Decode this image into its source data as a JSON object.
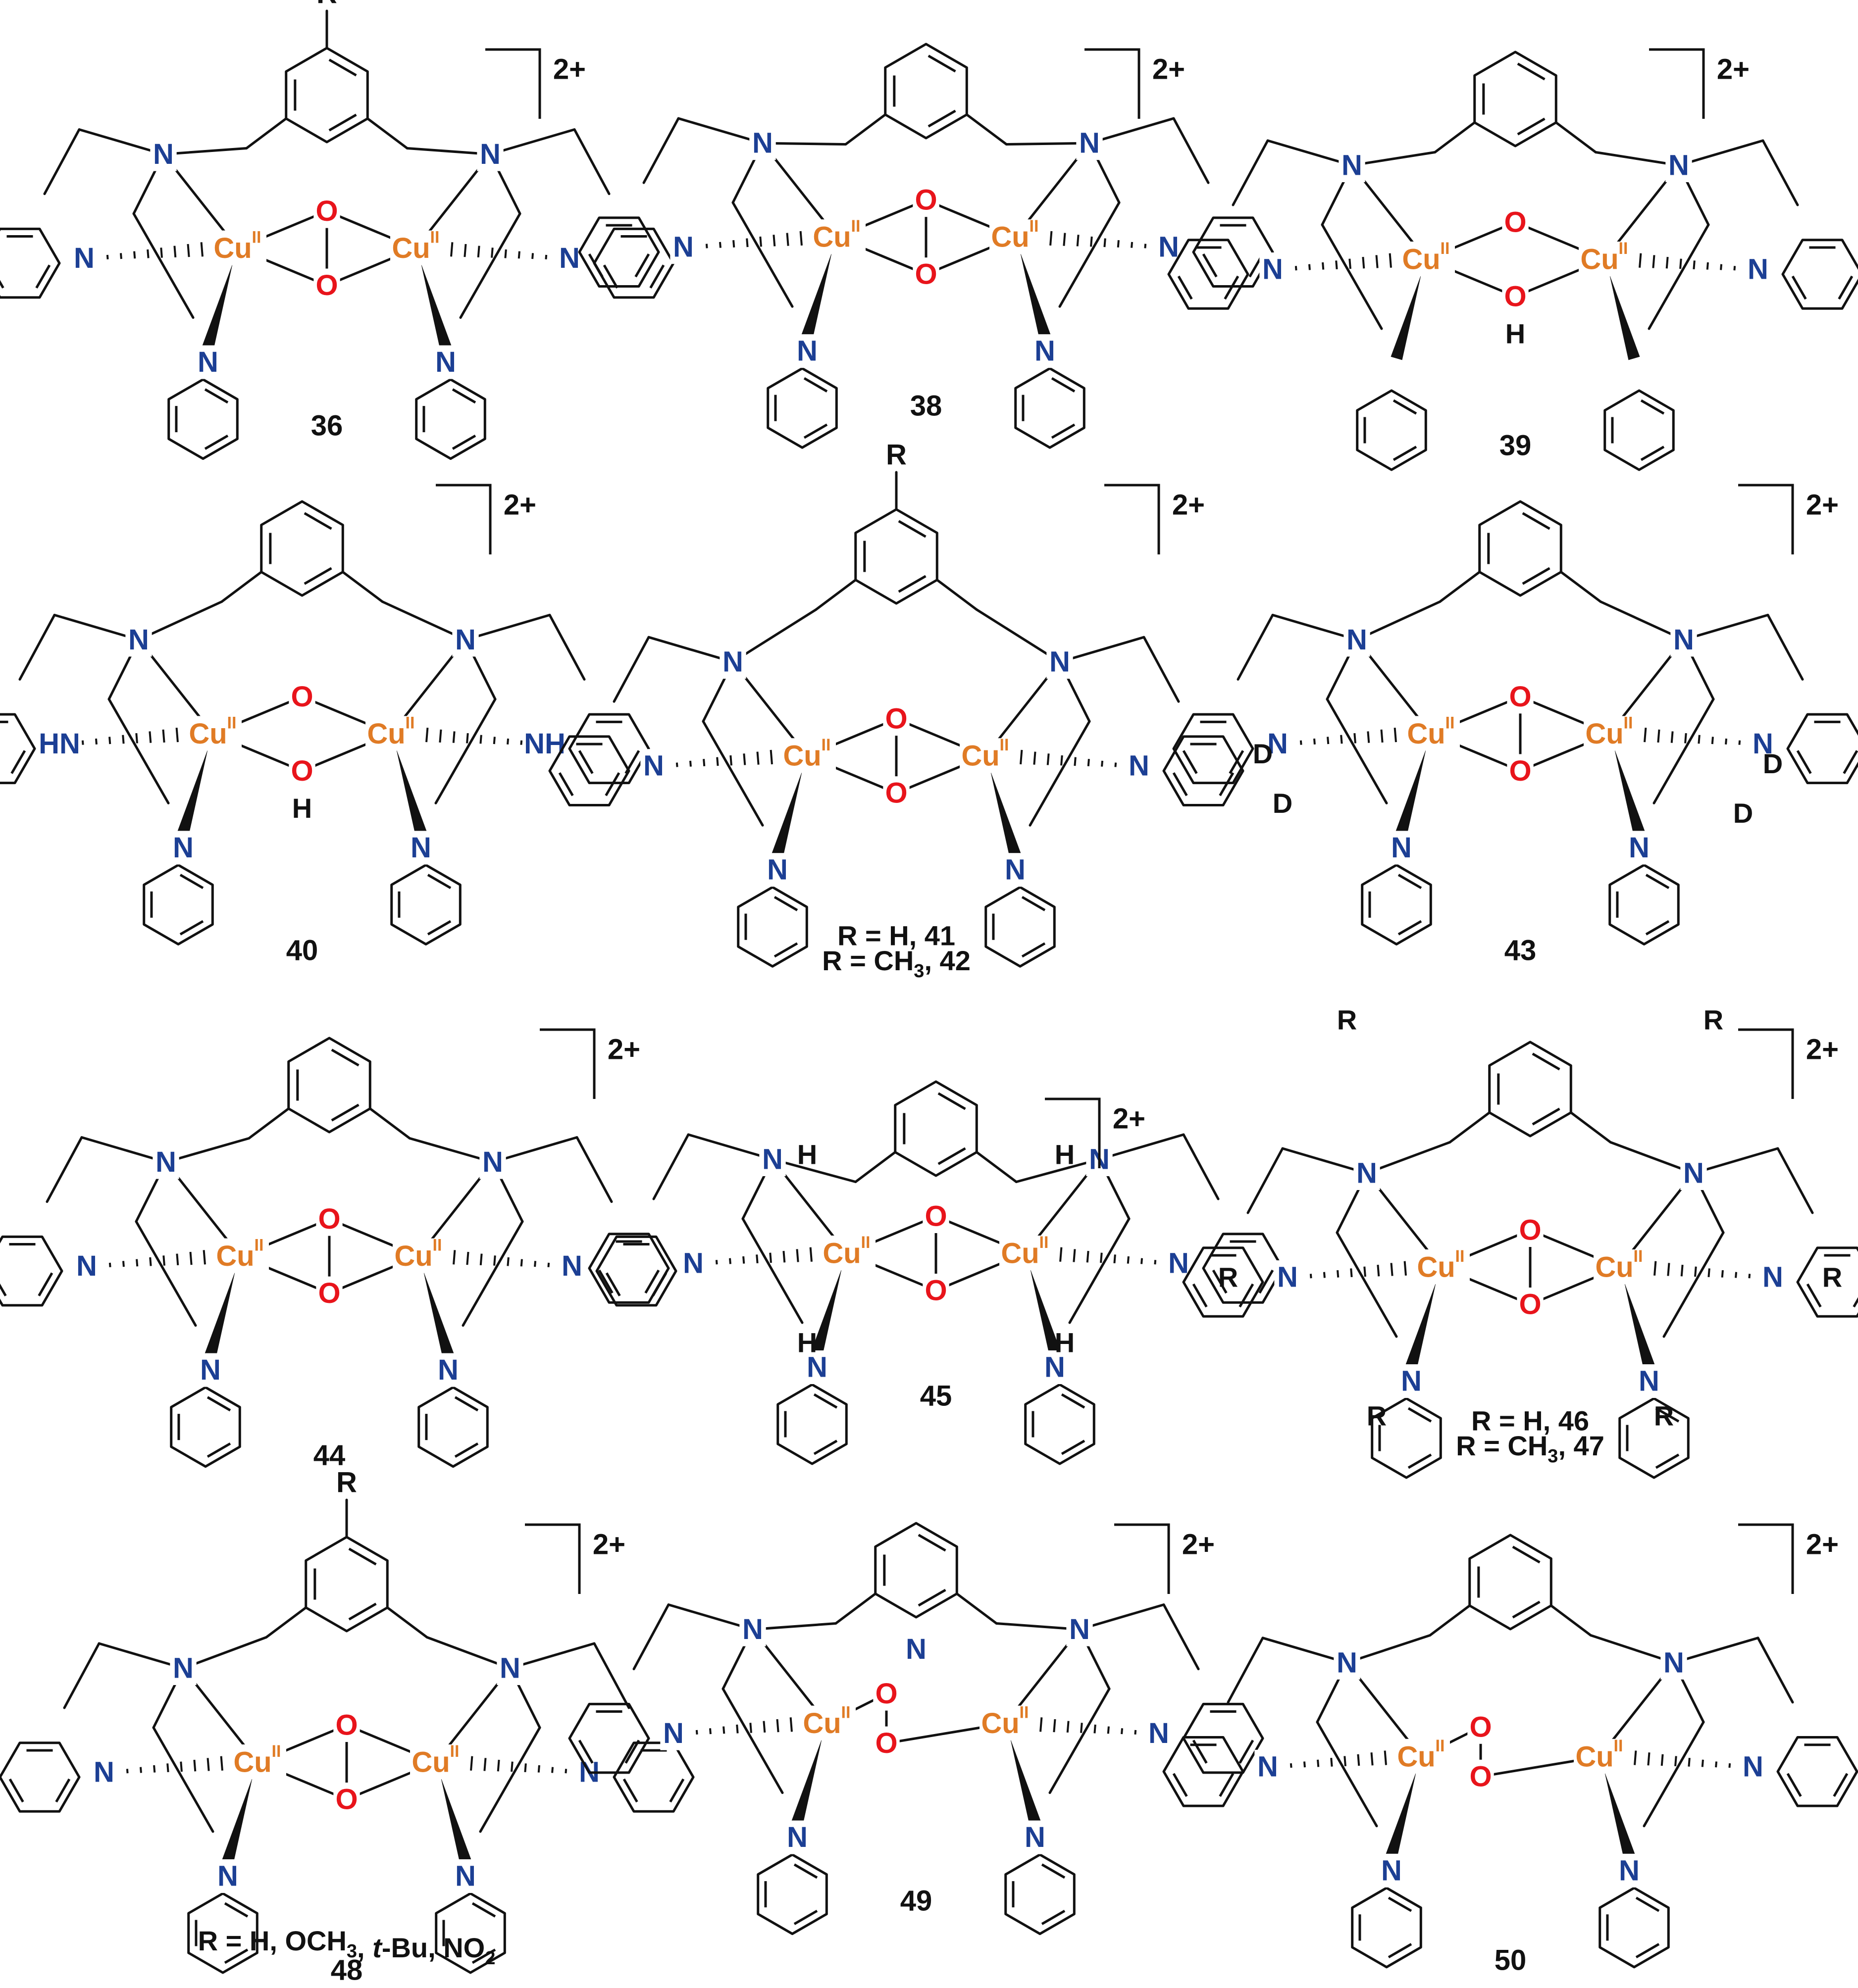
{
  "colors": {
    "bond": "#111111",
    "nitrogen": "#1c3f94",
    "oxygen": "#e8141b",
    "copper": "#e07b25",
    "text": "#111111"
  },
  "compounds": [
    {
      "id": "36",
      "label": "36",
      "charge": "2+",
      "r_top": "R",
      "bridge": "peroxo",
      "axial_left": "N",
      "axial_right": "N",
      "donor_left": [
        "N",
        "N"
      ],
      "donor_right": [
        "N",
        "N"
      ],
      "cu_left": "Cu",
      "cu_right": "Cu",
      "ox": "II",
      "o_top": "O",
      "o_bottom": "O",
      "caption": []
    },
    {
      "id": "38",
      "label": "38",
      "charge": "2+",
      "r_top": "",
      "bridge": "peroxo",
      "axial_left": "N",
      "axial_right": "N",
      "donor_left": [
        "N",
        "N"
      ],
      "donor_right": [
        "N",
        "N"
      ],
      "cu_left": "Cu",
      "cu_right": "Cu",
      "ox": "II",
      "o_top": "O",
      "o_bottom": "O",
      "caption": []
    },
    {
      "id": "39",
      "label": "39",
      "charge": "2+",
      "r_top": "",
      "bridge": "hydroxo",
      "axial_left": "N",
      "axial_right": "N",
      "donor_left": [
        "N"
      ],
      "donor_right": [
        "N"
      ],
      "cu_left": "Cu",
      "cu_right": "Cu",
      "ox": "II",
      "o_top": "O",
      "o_bottom": "O",
      "h_bottom": "H",
      "caption": []
    },
    {
      "id": "40",
      "label": "40",
      "charge": "2+",
      "r_top": "",
      "bridge": "hydroxo",
      "axial_left": "N",
      "axial_right": "N",
      "donor_left": [
        "HN",
        "N"
      ],
      "donor_right": [
        "NH",
        "N"
      ],
      "cu_left": "Cu",
      "cu_right": "Cu",
      "ox": "II",
      "o_top": "O",
      "o_bottom": "O",
      "h_bottom": "H",
      "caption": []
    },
    {
      "id": "41",
      "label": "",
      "charge": "2+",
      "r_top": "R",
      "bridge": "peroxo",
      "axial_left": "N",
      "axial_right": "N",
      "donor_left": [
        "N",
        "N"
      ],
      "donor_right": [
        "N",
        "N"
      ],
      "cu_left": "Cu",
      "cu_right": "Cu",
      "ox": "II",
      "o_top": "O",
      "o_bottom": "O",
      "caption": [
        "R = H, 41",
        "R = CH",
        "3",
        ", 42"
      ]
    },
    {
      "id": "43",
      "label": "43",
      "charge": "2+",
      "r_top": "",
      "bridge": "peroxo",
      "axial_left": "N",
      "axial_right": "N",
      "donor_left": [
        "N",
        "N"
      ],
      "donor_right": [
        "N",
        "N"
      ],
      "cu_left": "Cu",
      "cu_right": "Cu",
      "ox": "II",
      "o_top": "O",
      "o_bottom": "O",
      "deuterium": [
        "D",
        "D",
        "D",
        "D"
      ],
      "caption": []
    },
    {
      "id": "44",
      "label": "44",
      "charge": "2+",
      "r_top": "",
      "bridge": "peroxo",
      "axial_left": "N",
      "axial_right": "N",
      "donor_left": [
        "N",
        "N"
      ],
      "donor_right": [
        "N",
        "N"
      ],
      "cu_left": "Cu",
      "cu_right": "Cu",
      "ox": "II",
      "o_top": "O",
      "o_bottom": "O",
      "caption": []
    },
    {
      "id": "45",
      "label": "45",
      "charge": "2+",
      "r_top": "",
      "bridge": "peroxo",
      "axial_left": "N",
      "axial_right": "N",
      "donor_left": [
        "N",
        "N"
      ],
      "donor_right": [
        "N",
        "N"
      ],
      "cu_left": "Cu",
      "cu_right": "Cu",
      "ox": "II",
      "o_top": "O",
      "o_bottom": "O",
      "nh_h": [
        "H",
        "H",
        "H",
        "H"
      ],
      "caption": []
    },
    {
      "id": "46",
      "label": "",
      "charge": "2+",
      "r_top": "",
      "bridge": "peroxo",
      "axial_left": "N",
      "axial_right": "N",
      "donor_left": [
        "N",
        "N"
      ],
      "donor_right": [
        "N",
        "N"
      ],
      "cu_left": "Cu",
      "cu_right": "Cu",
      "ox": "II",
      "o_top": "O",
      "o_bottom": "O",
      "r_groups": [
        "R",
        "R",
        "R",
        "R",
        "R",
        "R"
      ],
      "caption": [
        "R = H, 46",
        "R = CH",
        "3",
        ", 47"
      ]
    },
    {
      "id": "48",
      "label": "48",
      "charge": "2+",
      "r_top": "R",
      "bridge": "peroxo",
      "axial_left": "N",
      "axial_right": "N",
      "donor_left": [
        "N",
        "N"
      ],
      "donor_right": [
        "N",
        "N"
      ],
      "cu_left": "Cu",
      "cu_right": "Cu",
      "ox": "II",
      "o_top": "O",
      "o_bottom": "O",
      "caption": [
        "R = H, OCH",
        "3",
        ", ",
        "t",
        "-Bu, NO",
        "2"
      ]
    },
    {
      "id": "49",
      "label": "49",
      "charge": "2+",
      "r_top": "",
      "bridge": "end-on",
      "axial_left": "N",
      "axial_right": "N",
      "donor_left": [
        "N",
        "N"
      ],
      "donor_right": [
        "N",
        "N"
      ],
      "cu_left": "Cu",
      "cu_right": "Cu",
      "ox": "II",
      "o_top": "O",
      "o_bottom": "O",
      "center_n": "N",
      "caption": []
    },
    {
      "id": "50",
      "label": "50",
      "charge": "2+",
      "r_top": "",
      "bridge": "end-on",
      "axial_left": "N",
      "axial_right": "N",
      "donor_left": [
        "N",
        "N"
      ],
      "donor_right": [
        "N",
        "N"
      ],
      "cu_left": "Cu",
      "cu_right": "Cu",
      "ox": "II",
      "o_top": "O",
      "o_bottom": "O",
      "caption": []
    }
  ]
}
